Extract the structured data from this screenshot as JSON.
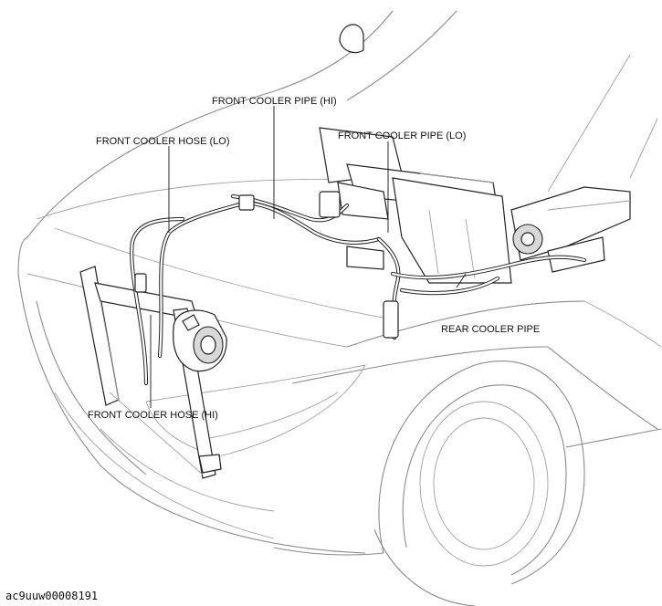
{
  "labels": {
    "front_cooler_pipe_hi": "FRONT COOLER PIPE (HI)",
    "front_cooler_pipe_lo": "FRONT COOLER PIPE (LO)",
    "front_cooler_hose_lo": "FRONT COOLER HOSE (LO)",
    "rear_cooler_pipe": "REAR COOLER PIPE",
    "front_cooler_hose_hi": "FRONT COOLER HOSE (HI)"
  },
  "figure_code": "ac9uuw00008191"
}
